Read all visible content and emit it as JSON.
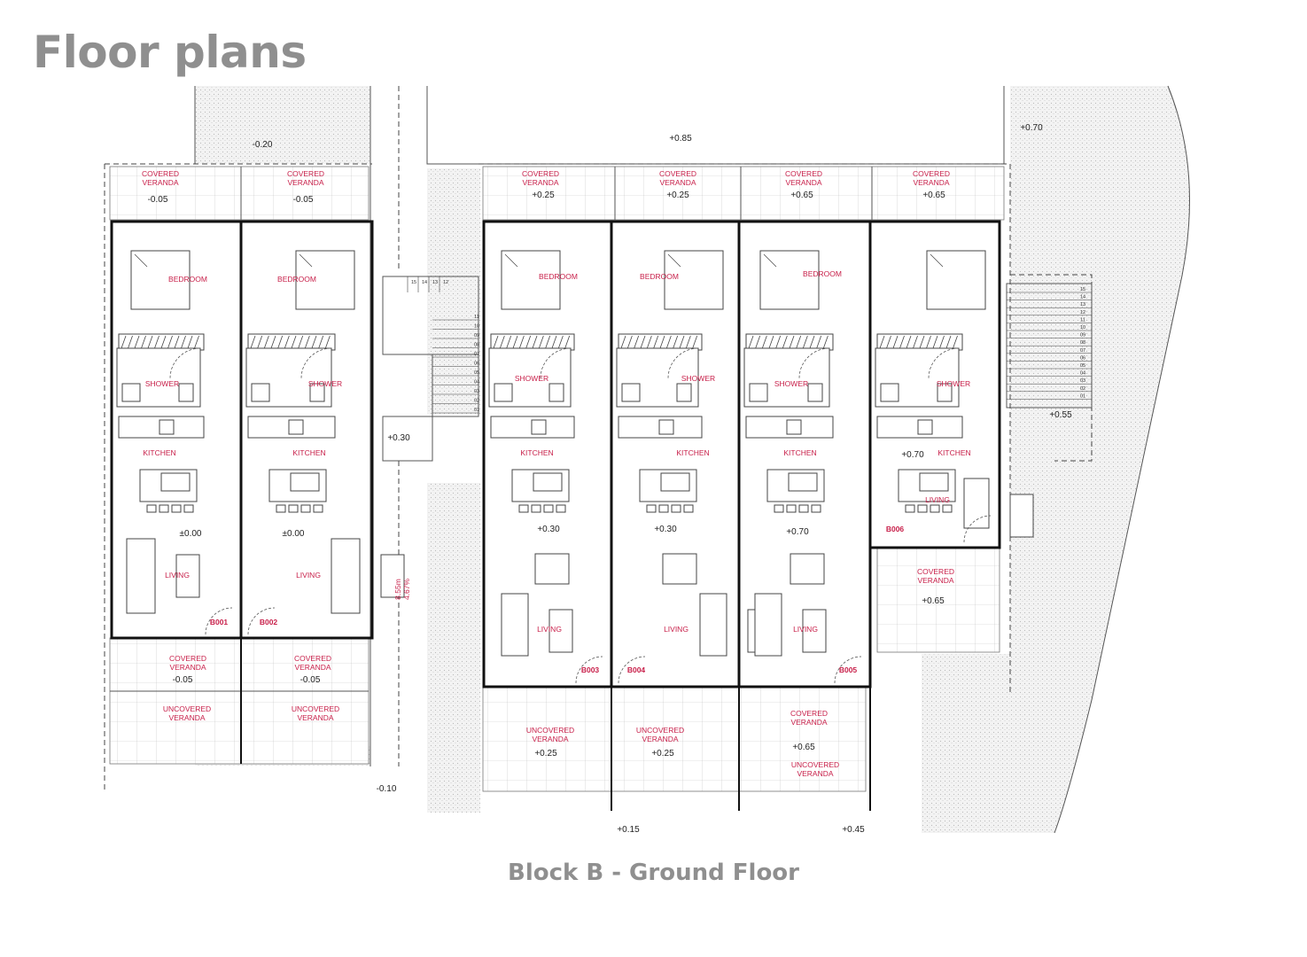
{
  "title": "Floor plans",
  "caption": "Block B - Ground Floor",
  "colors": {
    "room_label": "#c8204a",
    "heading": "#8f8f8f",
    "hatch": "#d9d9d9"
  },
  "elevations": {
    "top_left": "-0.20",
    "top_mid": "+0.85",
    "top_right": "+0.70",
    "bottom_left": "-0.10",
    "bottom_mid": "+0.15",
    "bottom_right": "+0.45",
    "stair_mid": "+0.30",
    "stair_right": "+0.55"
  },
  "slope": {
    "length": "8.55m",
    "grade": "4.67%"
  },
  "stair_steps": [
    "15",
    "14",
    "13",
    "12",
    "11",
    "10",
    "09",
    "08",
    "07",
    "06",
    "05",
    "04",
    "03",
    "02",
    "01"
  ],
  "units": [
    {
      "id": "B001",
      "top_covered_1": "COVERED",
      "top_covered_2": "VERANDA",
      "top_level": "-0.05",
      "bedroom": "BEDROOM",
      "shower": "SHOWER",
      "kitchen": "KITCHEN",
      "living": "LIVING",
      "floor_level": "±0.00",
      "bottom_covered_1": "COVERED",
      "bottom_covered_2": "VERANDA",
      "bottom_level": "-0.05",
      "uncovered_1": "UNCOVERED",
      "uncovered_2": "VERANDA"
    },
    {
      "id": "B002",
      "top_covered_1": "COVERED",
      "top_covered_2": "VERANDA",
      "top_level": "-0.05",
      "bedroom": "BEDROOM",
      "shower": "SHOWER",
      "kitchen": "KITCHEN",
      "living": "LIVING",
      "floor_level": "±0.00",
      "bottom_covered_1": "COVERED",
      "bottom_covered_2": "VERANDA",
      "bottom_level": "-0.05",
      "uncovered_1": "UNCOVERED",
      "uncovered_2": "VERANDA"
    },
    {
      "id": "B003",
      "top_covered_1": "COVERED",
      "top_covered_2": "VERANDA",
      "top_level": "+0.25",
      "bedroom": "BEDROOM",
      "shower": "SHOWER",
      "kitchen": "KITCHEN",
      "living": "LIVING",
      "floor_level": "+0.30",
      "uncovered_1": "UNCOVERED",
      "uncovered_2": "VERANDA",
      "bottom_level": "+0.25"
    },
    {
      "id": "B004",
      "top_covered_1": "COVERED",
      "top_covered_2": "VERANDA",
      "top_level": "+0.25",
      "bedroom": "BEDROOM",
      "shower": "SHOWER",
      "kitchen": "KITCHEN",
      "living": "LIVING",
      "floor_level": "+0.30",
      "uncovered_1": "UNCOVERED",
      "uncovered_2": "VERANDA",
      "bottom_level": "+0.25"
    },
    {
      "id": "B005",
      "top_covered_1": "COVERED",
      "top_covered_2": "VERANDA",
      "top_level": "+0.65",
      "bedroom": "BEDROOM",
      "shower": "SHOWER",
      "kitchen": "KITCHEN",
      "living": "LIVING",
      "floor_level": "+0.70",
      "bottom_covered_1": "COVERED",
      "bottom_covered_2": "VERANDA",
      "bottom_level": "+0.65",
      "uncovered_1": "UNCOVERED",
      "uncovered_2": "VERANDA"
    },
    {
      "id": "B006",
      "top_covered_1": "COVERED",
      "top_covered_2": "VERANDA",
      "top_level": "+0.65",
      "bedroom": "",
      "shower": "SHOWER",
      "kitchen": "KITCHEN",
      "living": "LIVING",
      "floor_level": "+0.70",
      "bottom_covered_1": "COVERED",
      "bottom_covered_2": "VERANDA",
      "bottom_level": "+0.65"
    }
  ]
}
